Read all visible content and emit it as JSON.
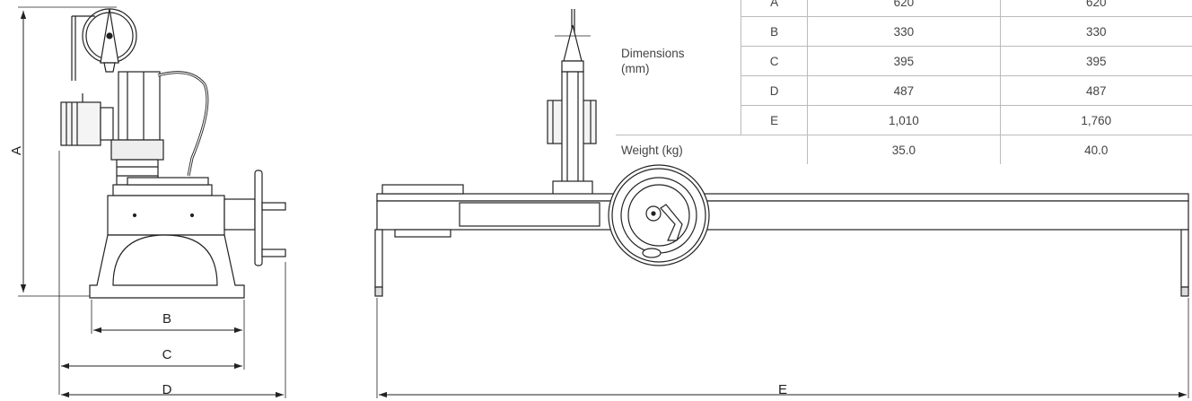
{
  "dimension_labels": {
    "A": "A",
    "B": "B",
    "C": "C",
    "D": "D",
    "E": "E"
  },
  "spec_table": {
    "dimensions_header": "Dimensions\n(mm)",
    "weight_header": "Weight (kg)",
    "rows": [
      {
        "key": "A",
        "v1": "620",
        "v2": "620"
      },
      {
        "key": "B",
        "v1": "330",
        "v2": "330"
      },
      {
        "key": "C",
        "v1": "395",
        "v2": "395"
      },
      {
        "key": "D",
        "v1": "487",
        "v2": "487"
      },
      {
        "key": "E",
        "v1": "1,010",
        "v2": "1,760"
      }
    ],
    "weight": {
      "v1": "35.0",
      "v2": "40.0"
    }
  }
}
